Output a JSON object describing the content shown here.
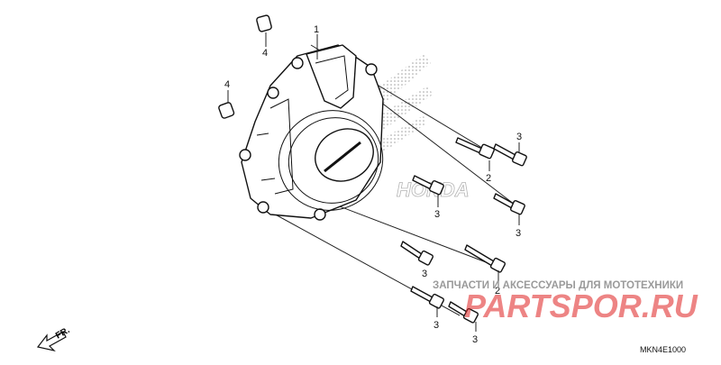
{
  "diagram": {
    "code": "MKN4E1000",
    "direction_label": "FR.",
    "callouts": {
      "cover": "1",
      "bolt_a": "2",
      "bolt_b": "2",
      "bolt_c": "3",
      "bolt_d": "3",
      "bolt_e": "3",
      "bolt_f": "3",
      "bolt_g": "3",
      "bolt_h": "3",
      "dowel_a": "4",
      "dowel_b": "4"
    }
  },
  "watermark": {
    "text_line": "ЗАПЧАСТИ И АКСЕССУАРЫ ДЛЯ МОТОТЕХНИКИ",
    "logo": "PARTSPOR.RU",
    "logo_color": "#e02020",
    "brand_wing": "HONDA"
  }
}
